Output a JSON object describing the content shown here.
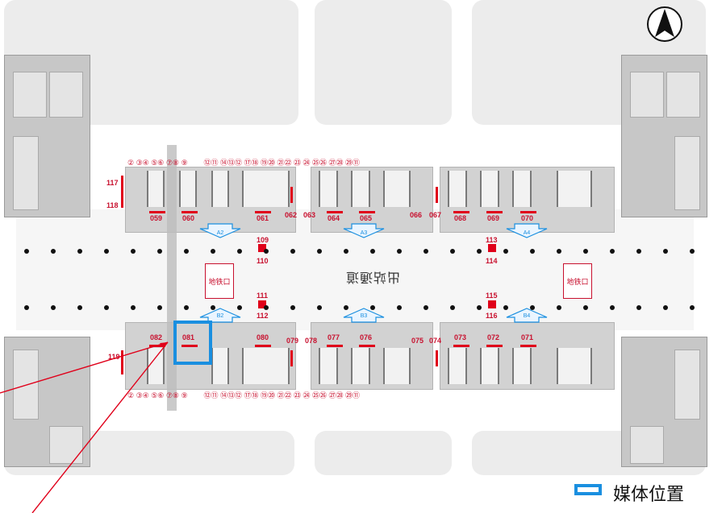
{
  "compass": {
    "icon": "north-arrow-icon"
  },
  "station_label": "出站通道",
  "exits": [
    {
      "id": "exit-left",
      "label": "地铁口"
    },
    {
      "id": "exit-right",
      "label": "地铁口"
    }
  ],
  "booth_numbers_top": [
    "059",
    "060",
    "061",
    "062",
    "063",
    "064",
    "065",
    "066",
    "067",
    "068",
    "069",
    "070"
  ],
  "booth_numbers_bottom": [
    "082",
    "081",
    "080",
    "079",
    "078",
    "077",
    "076",
    "075",
    "074",
    "073",
    "072",
    "071"
  ],
  "side_numbers": [
    "117",
    "118",
    "119"
  ],
  "middle_numbers": [
    "109",
    "110",
    "111",
    "112",
    "113",
    "114",
    "115",
    "116"
  ],
  "platform_arrows": [
    {
      "id": "A2",
      "label": "A2"
    },
    {
      "id": "A3",
      "label": "A3"
    },
    {
      "id": "A4",
      "label": "A4"
    },
    {
      "id": "B2",
      "label": "B2"
    },
    {
      "id": "B3",
      "label": "B3"
    },
    {
      "id": "B4",
      "label": "B4"
    }
  ],
  "highlighted_booth": "081",
  "legend": {
    "label": "媒体位置",
    "color": "#1a8fe0"
  },
  "colors": {
    "media": "#e0001a",
    "highlight": "#1a8fe0",
    "labels": "#c8102e"
  }
}
